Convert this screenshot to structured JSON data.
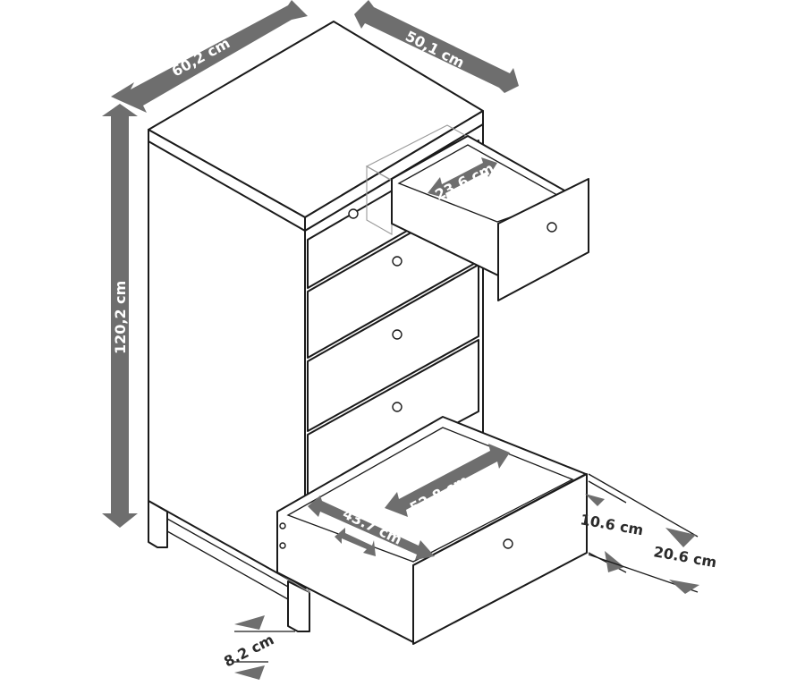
{
  "dimensions": {
    "width": "60,2 cm",
    "depth": "50,1 cm",
    "height": "120,2 cm",
    "top_drawer_depth": "23.6 cm",
    "bottom_drawer_depth": "52.8 cm",
    "bottom_drawer_width": "43.7 cm",
    "drawer_inner_height": "10.6 cm",
    "drawer_outer_height": "20.6 cm",
    "leg_height": "8.2 cm"
  },
  "colors": {
    "arrow": "#6e6e6e",
    "line": "#1a1a1a"
  }
}
